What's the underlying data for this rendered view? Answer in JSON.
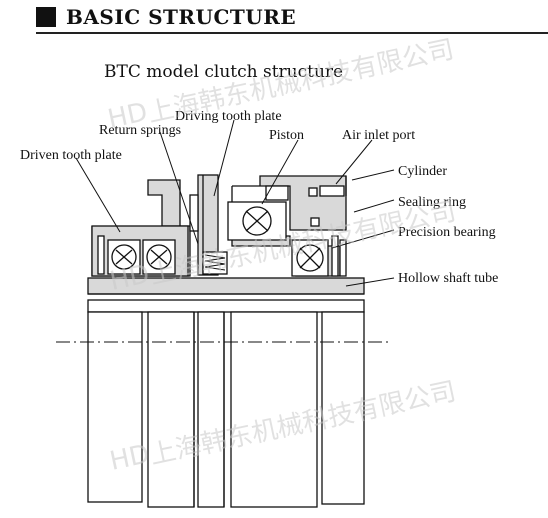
{
  "header": {
    "title": "BASIC STRUCTURE"
  },
  "diagram": {
    "title": "BTC model clutch structure",
    "labels": {
      "driving_tooth_plate": "Driving tooth plate",
      "return_springs": "Return springs",
      "driven_tooth_plate": "Driven tooth plate",
      "piston": "Piston",
      "air_inlet_port": "Air inlet port",
      "cylinder": "Cylinder",
      "sealing_ring": "Sealing ring",
      "precision_bearing": "Precision bearing",
      "hollow_shaft_tube": "Hollow shaft tube"
    }
  },
  "watermarks": {
    "text_1": "上海韩东机械科技有限公司",
    "text_2": "上海韩东机械科技有限公司",
    "text_3": "上海韩东机械科技有限公司",
    "logo_1": "HD",
    "logo_2": "HD",
    "logo_3": "HD"
  }
}
